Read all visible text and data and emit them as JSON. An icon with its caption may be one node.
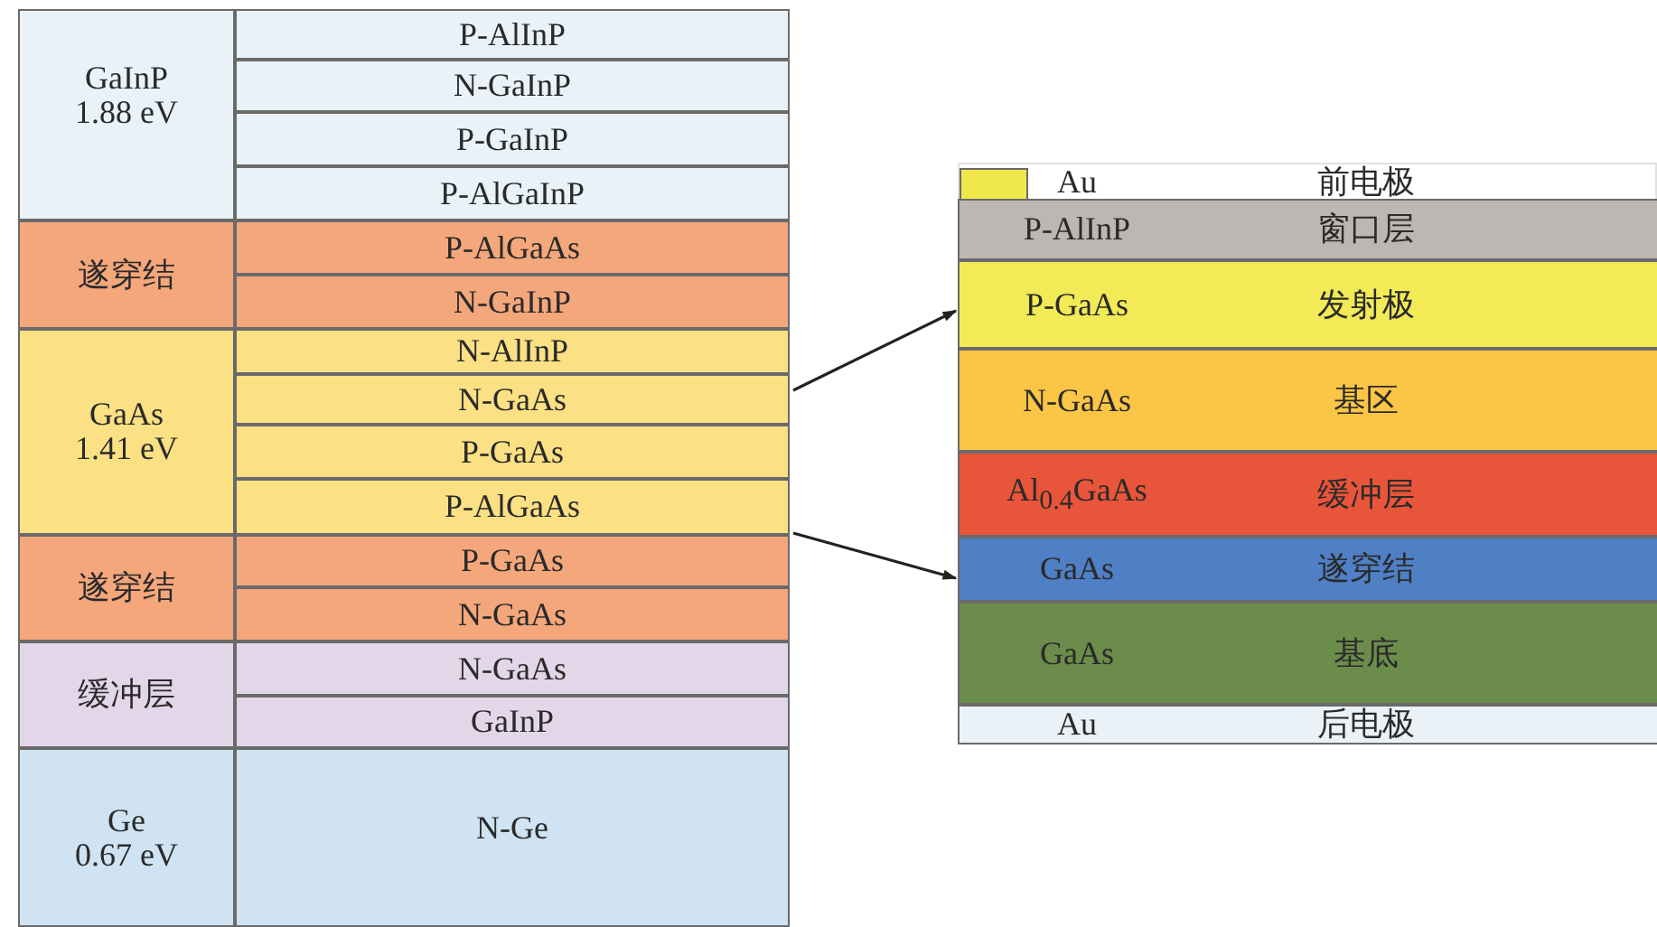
{
  "diagram": {
    "nodes": [
      {
        "text": [
          "GaInP",
          "1.88 eV"
        ]
      },
      {
        "text": [
          "P-AlInP"
        ]
      },
      {
        "text": [
          "N-GaInP"
        ]
      },
      {
        "text": [
          "P-GaInP"
        ]
      },
      {
        "text": [
          "P-AlGaInP"
        ]
      },
      {
        "text": [
          "遂穿结"
        ]
      },
      {
        "text": [
          "P-AlGaAs"
        ]
      },
      {
        "text": [
          "N-GaInP"
        ]
      },
      {
        "text": [
          "GaAs",
          "1.41 eV"
        ]
      },
      {
        "text": [
          "N-AlInP"
        ]
      },
      {
        "text": [
          "N-GaAs"
        ]
      },
      {
        "text": [
          "P-GaAs"
        ]
      },
      {
        "text": [
          "P-AlGaAs"
        ]
      },
      {
        "text": [
          "遂穿结"
        ]
      },
      {
        "text": [
          "P-GaAs"
        ]
      },
      {
        "text": [
          "N-GaAs"
        ]
      },
      {
        "text": [
          "缓冲层"
        ]
      },
      {
        "text": [
          "N-GaAs"
        ]
      },
      {
        "text": [
          "GaInP"
        ]
      },
      {
        "text": [
          "Ge",
          "0.67 eV"
        ]
      },
      {
        "text": [
          "N-Ge"
        ]
      },
      {
        "text": [
          "Au",
          "前电极"
        ]
      },
      {
        "text": [
          "P-AlInP",
          "窗口层"
        ]
      },
      {
        "text": [
          "P-GaAs",
          "发射极"
        ]
      },
      {
        "text": [
          "N-GaAs",
          "基区"
        ]
      },
      {
        "text": [
          "Al$_{0.4}$GaAs",
          "缓冲层"
        ]
      },
      {
        "text": [
          "GaAs",
          "遂穿结"
        ]
      },
      {
        "text": [
          "GaAs",
          "基底"
        ]
      },
      {
        "text": [
          "Au",
          "后电极"
        ]
      }
    ],
    "edges": [
      {
        "from": 10,
        "to": 23,
        "arrow": "to"
      },
      {
        "from": 12,
        "to": 26,
        "arrow": "to"
      }
    ]
  }
}
